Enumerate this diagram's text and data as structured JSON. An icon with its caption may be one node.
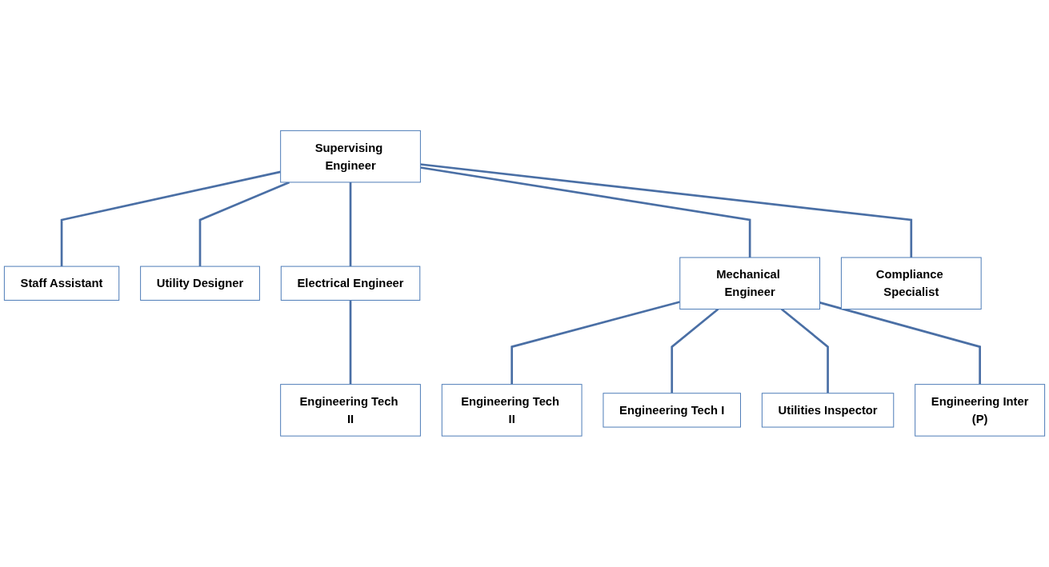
{
  "diagram": {
    "nodes": [
      {
        "text": [
          "Supervising Engineer"
        ]
      },
      {
        "text": [
          "Staff Assistant"
        ]
      },
      {
        "text": [
          "Utility Designer"
        ]
      },
      {
        "text": [
          "Electrical Engineer"
        ]
      },
      {
        "text": [
          "Mechanical Engineer"
        ]
      },
      {
        "text": [
          "Compliance Specialist"
        ]
      },
      {
        "text": [
          "Engineering Tech II"
        ]
      },
      {
        "text": [
          "Engineering Tech II"
        ]
      },
      {
        "text": [
          "Engineering Tech I"
        ]
      },
      {
        "text": [
          "Utilities Inspector"
        ]
      },
      {
        "text": [
          "Engineering Inter",
          "(P)"
        ]
      }
    ],
    "edges": [
      {
        "from": 0,
        "to": 1,
        "arrow": "none"
      },
      {
        "from": 0,
        "to": 2,
        "arrow": "none"
      },
      {
        "from": 0,
        "to": 3,
        "arrow": "none"
      },
      {
        "from": 0,
        "to": 4,
        "arrow": "none"
      },
      {
        "from": 0,
        "to": 5,
        "arrow": "none"
      },
      {
        "from": 3,
        "to": 6,
        "arrow": "none"
      },
      {
        "from": 4,
        "to": 7,
        "arrow": "none"
      },
      {
        "from": 4,
        "to": 8,
        "arrow": "none"
      },
      {
        "from": 4,
        "to": 9,
        "arrow": "none"
      },
      {
        "from": 4,
        "to": 10,
        "arrow": "none"
      }
    ]
  }
}
